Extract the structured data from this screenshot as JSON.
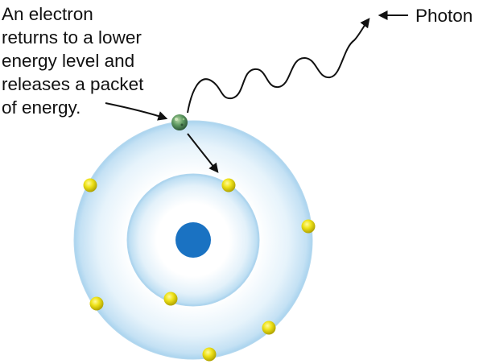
{
  "caption": {
    "lines": [
      "An electron",
      "returns to a lower",
      "energy level and",
      "releases a packet",
      "of energy."
    ]
  },
  "photon": {
    "label": "Photon"
  },
  "atom": {
    "inner_shell_electrons": 2,
    "outer_shell_electrons": 6,
    "emitting_electrons": 1
  },
  "colors": {
    "nucleus": "#1a72c2",
    "shell_fill_light": "#f4fafe",
    "shell_fill_mid": "#cfe7f6",
    "shell_edge": "#9dcbe8",
    "electron": "#e6dc12",
    "emitting_electron": "#5b8d5c",
    "arrow": "#111111"
  },
  "icons": {
    "nucleus": "nucleus-circle",
    "electron": "electron-dot",
    "photon": "wavy-arrow"
  }
}
